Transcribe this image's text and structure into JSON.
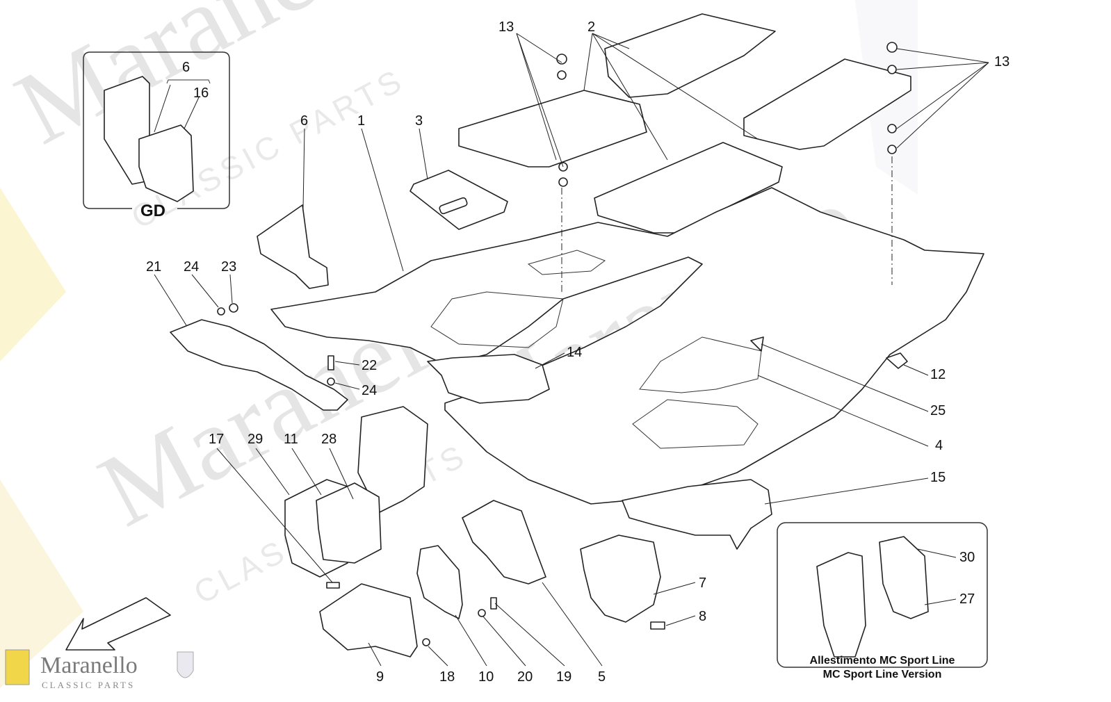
{
  "watermark": {
    "word": "Maranello",
    "sub": "CLASSIC PARTS"
  },
  "inset_gd": {
    "label": "GD",
    "callouts": [
      "6",
      "16"
    ]
  },
  "inset_mc": {
    "caption_it": "Allestimento MC Sport Line",
    "caption_en": "MC Sport Line Version",
    "callouts": [
      "30",
      "27"
    ]
  },
  "brand": {
    "name": "Maranello",
    "tagline": "CLASSIC PARTS"
  },
  "callouts": [
    {
      "id": "13a",
      "text": "13"
    },
    {
      "id": "2",
      "text": "2"
    },
    {
      "id": "13b",
      "text": "13"
    },
    {
      "id": "6",
      "text": "6"
    },
    {
      "id": "1",
      "text": "1"
    },
    {
      "id": "3",
      "text": "3"
    },
    {
      "id": "21",
      "text": "21"
    },
    {
      "id": "24a",
      "text": "24"
    },
    {
      "id": "23",
      "text": "23"
    },
    {
      "id": "22",
      "text": "22"
    },
    {
      "id": "24b",
      "text": "24"
    },
    {
      "id": "14",
      "text": "14"
    },
    {
      "id": "12",
      "text": "12"
    },
    {
      "id": "25",
      "text": "25"
    },
    {
      "id": "4",
      "text": "4"
    },
    {
      "id": "15",
      "text": "15"
    },
    {
      "id": "17",
      "text": "17"
    },
    {
      "id": "29",
      "text": "29"
    },
    {
      "id": "11",
      "text": "11"
    },
    {
      "id": "28",
      "text": "28"
    },
    {
      "id": "7",
      "text": "7"
    },
    {
      "id": "8",
      "text": "8"
    },
    {
      "id": "9",
      "text": "9"
    },
    {
      "id": "18",
      "text": "18"
    },
    {
      "id": "10",
      "text": "10"
    },
    {
      "id": "20",
      "text": "20"
    },
    {
      "id": "19",
      "text": "19"
    },
    {
      "id": "5",
      "text": "5"
    }
  ]
}
